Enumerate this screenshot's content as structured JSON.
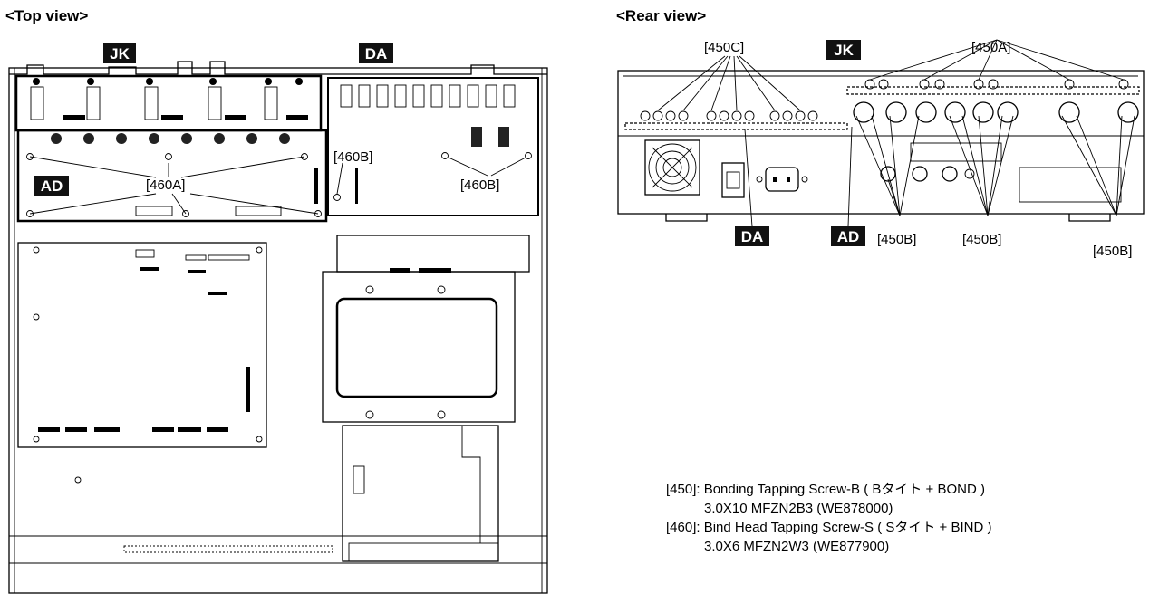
{
  "top_view": {
    "title": "<Top view>",
    "tags": {
      "jk": "JK",
      "da": "DA",
      "ad": "AD"
    },
    "callouts": {
      "c460a": "[460A]",
      "c460b_1": "[460B]",
      "c460b_2": "[460B]"
    }
  },
  "rear_view": {
    "title": "<Rear view>",
    "tags": {
      "jk": "JK",
      "da": "DA",
      "ad": "AD"
    },
    "callouts": {
      "c450c": "[450C]",
      "c450a": "[450A]",
      "c450b_1": "[450B]",
      "c450b_2": "[450B]",
      "c450b_3": "[450B]"
    }
  },
  "legend": [
    {
      "id": "[450]:",
      "desc": "Bonding Tapping Screw-B ( Bタイト + BOND )",
      "spec": "3.0X10 MFZN2B3 (WE878000)"
    },
    {
      "id": "[460]:",
      "desc": "Bind Head Tapping Screw-S ( Sタイト + BIND )",
      "spec": "3.0X6 MFZN2W3 (WE877900)"
    }
  ]
}
